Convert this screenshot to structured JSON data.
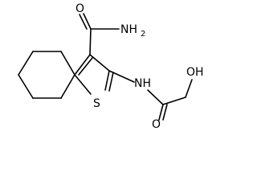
{
  "molecule": {
    "labels": {
      "amide_o": "O",
      "amide_n": "NH",
      "amide_n_sub": "2",
      "sulfur": "S",
      "amine_nh": "NH",
      "hydroxyl": "OH",
      "acyl_o": "O"
    }
  }
}
